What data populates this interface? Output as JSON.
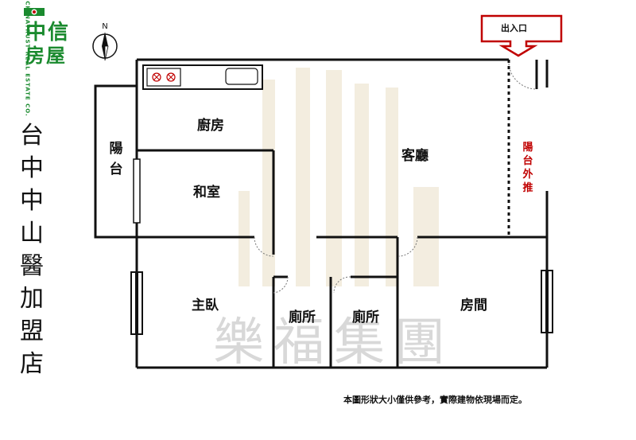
{
  "logo": {
    "line1": "中信",
    "line2": "房屋",
    "subtitle": "CHINATRUST REAL ESTATE CO."
  },
  "title_chars": [
    "台",
    "中",
    "中",
    "山",
    "醫",
    "加",
    "盟",
    "店"
  ],
  "compass": {
    "label": "N"
  },
  "entrance": {
    "label": "出入口"
  },
  "rooms": {
    "kitchen": "廚房",
    "living": "客廳",
    "balcony": "陽台",
    "japanese_room": "和室",
    "master_bedroom": "主臥",
    "toilet_1": "廁所",
    "toilet_2": "廁所",
    "bedroom": "房間"
  },
  "balcony_extension": [
    "陽",
    "台",
    "外",
    "推"
  ],
  "watermark": "樂福集團",
  "disclaimer": "本圖形狀大小僅供參考，實際建物依現場而定。",
  "colors": {
    "brand_green": "#1a8a2e",
    "accent_red": "#c00000",
    "watermark": "#d8c9a6"
  }
}
